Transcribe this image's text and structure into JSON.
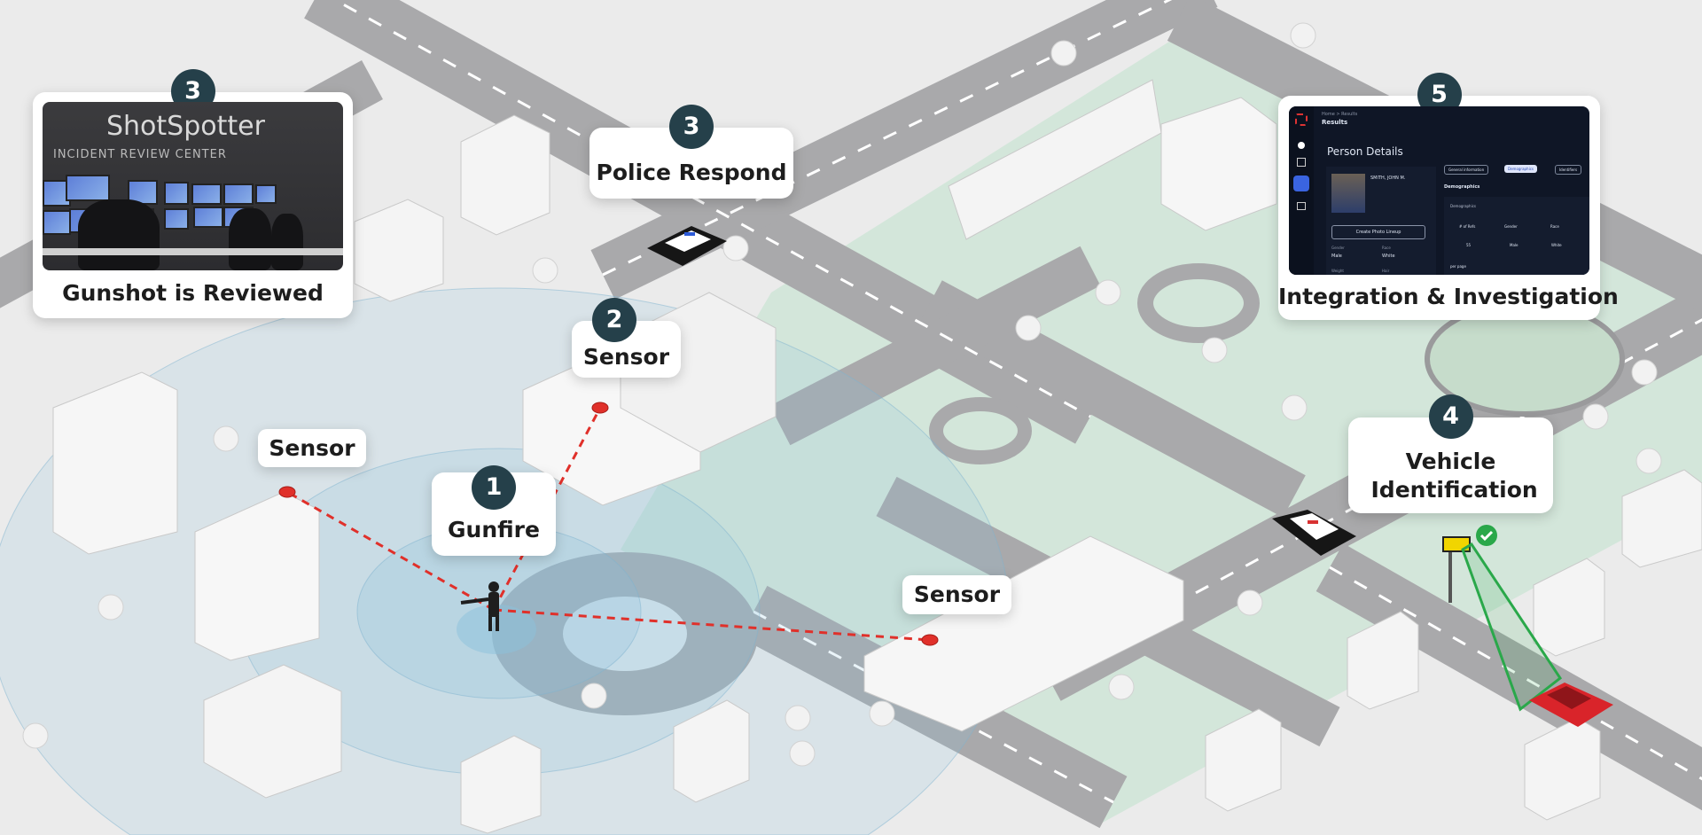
{
  "steps": [
    {
      "num": "1",
      "label": "Gunfire"
    },
    {
      "num": "2",
      "label": "Sensor"
    },
    {
      "num": "3",
      "label": "Police Respond"
    },
    {
      "num": "3",
      "label": "Gunshot is Reviewed"
    },
    {
      "num": "4",
      "label": "Vehicle Identification"
    },
    {
      "num": "5",
      "label": "Integration & Investigation"
    }
  ],
  "sensor_labels": [
    "Sensor",
    "Sensor"
  ],
  "review_photo": {
    "brand": "ShotSpotter",
    "subtitle": "INCIDENT REVIEW CENTER"
  },
  "integration_ui": {
    "breadcrumb": "Home > Results",
    "header": "Results",
    "page_title": "Person Details",
    "person_name": "SMITH, JOHN M.",
    "lineup_button": "Create Photo Lineup",
    "tabs": [
      "General information",
      "Demographics",
      "Identifiers"
    ],
    "section_title": "Demographics",
    "sub_title": "Demographics",
    "table_headers": [
      "# of Refs",
      "Gender",
      "Race"
    ],
    "table_row": [
      "55",
      "Male",
      "White"
    ],
    "per_page": "per page",
    "fields": [
      {
        "k": "Gender",
        "v": "Male"
      },
      {
        "k": "Race",
        "v": "White"
      },
      {
        "k": "Weight",
        "v": ""
      },
      {
        "k": "Hair",
        "v": ""
      }
    ]
  },
  "colors": {
    "badge": "#25404a",
    "ground": "#ebebeb",
    "road": "#a9a9ab",
    "park": "#d3e6da",
    "coverage": "#8cc1dc",
    "tracer": "#e0302a",
    "camera_beam": "#2aa84a"
  }
}
